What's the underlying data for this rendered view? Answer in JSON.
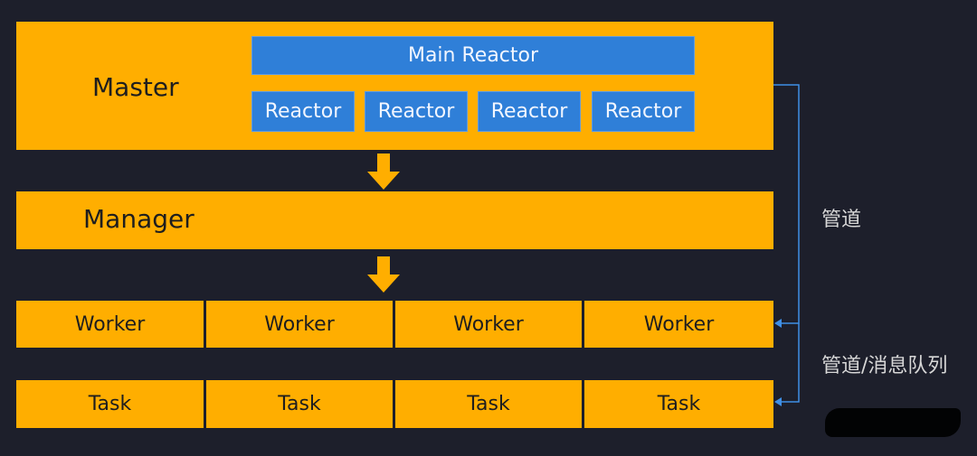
{
  "colors": {
    "background": "#1d1f2b",
    "orange": "#ffae00",
    "blue": "#2f7fd8",
    "pipe_line": "#3f8fe6"
  },
  "master": {
    "label": "Master",
    "main_reactor": "Main Reactor",
    "reactors": [
      "Reactor",
      "Reactor",
      "Reactor",
      "Reactor"
    ]
  },
  "manager": {
    "label": "Manager"
  },
  "workers": [
    "Worker",
    "Worker",
    "Worker",
    "Worker"
  ],
  "tasks": [
    "Task",
    "Task",
    "Task",
    "Task"
  ],
  "connectors": {
    "pipe_label": "管道",
    "pipe_queue_label": "管道/消息队列"
  }
}
